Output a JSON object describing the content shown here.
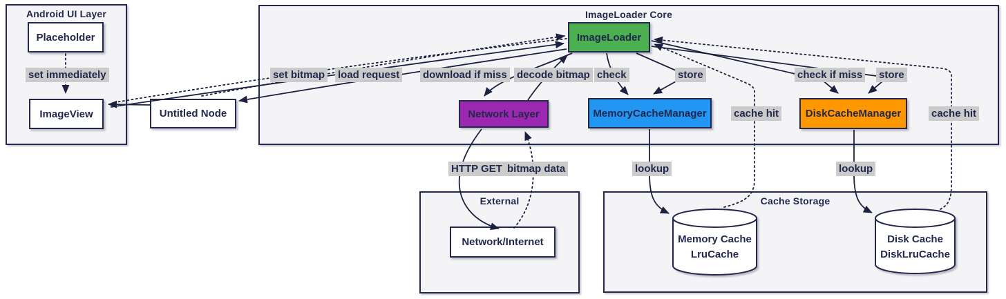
{
  "subgraphs": {
    "android": {
      "title": "Android UI Layer"
    },
    "core": {
      "title": "ImageLoader Core"
    },
    "external": {
      "title": "External"
    },
    "cache": {
      "title": "Cache Storage"
    }
  },
  "nodes": {
    "placeholder": {
      "label": "Placeholder"
    },
    "imageview": {
      "label": "ImageView"
    },
    "untitled": {
      "label": "Untitled Node"
    },
    "imageloader": {
      "label": "ImageLoader",
      "color": "#4caf50"
    },
    "network_layer": {
      "label": "Network Layer",
      "color": "#9c27b0"
    },
    "memory_cache_manager": {
      "label": "MemoryCacheManager",
      "color": "#2196f3"
    },
    "disk_cache_manager": {
      "label": "DiskCacheManager",
      "color": "#ff9800"
    },
    "network_internet": {
      "label": "Network/Internet"
    },
    "memory_cache": {
      "line1": "Memory Cache",
      "line2": "LruCache"
    },
    "disk_cache": {
      "line1": "Disk Cache",
      "line2": "DiskLruCache"
    }
  },
  "labels": {
    "set_immediately": "set immediately",
    "set_bitmap": "set bitmap",
    "load_request": "load request",
    "download_if_miss": "download if miss",
    "decode_bitmap": "decode bitmap",
    "check": "check",
    "store_mem": "store",
    "cache_hit_mem": "cache hit",
    "check_if_miss": "check if miss",
    "store_disk": "store",
    "cache_hit_disk": "cache hit",
    "http_get": "HTTP GET",
    "bitmap_data": "bitmap data",
    "lookup_mem": "lookup",
    "lookup_disk": "lookup"
  },
  "colors": {
    "border": "#23284d",
    "text": "#23284d",
    "edge": "#1c2140",
    "label_bg": "#cbcbcb",
    "subgraph_bg": "#f4f4f7",
    "node_bg": "#ffffff",
    "imageloader_green": "#4caf50",
    "network_purple": "#9c27b0",
    "memory_blue": "#2196f3",
    "disk_orange": "#ff9800"
  }
}
